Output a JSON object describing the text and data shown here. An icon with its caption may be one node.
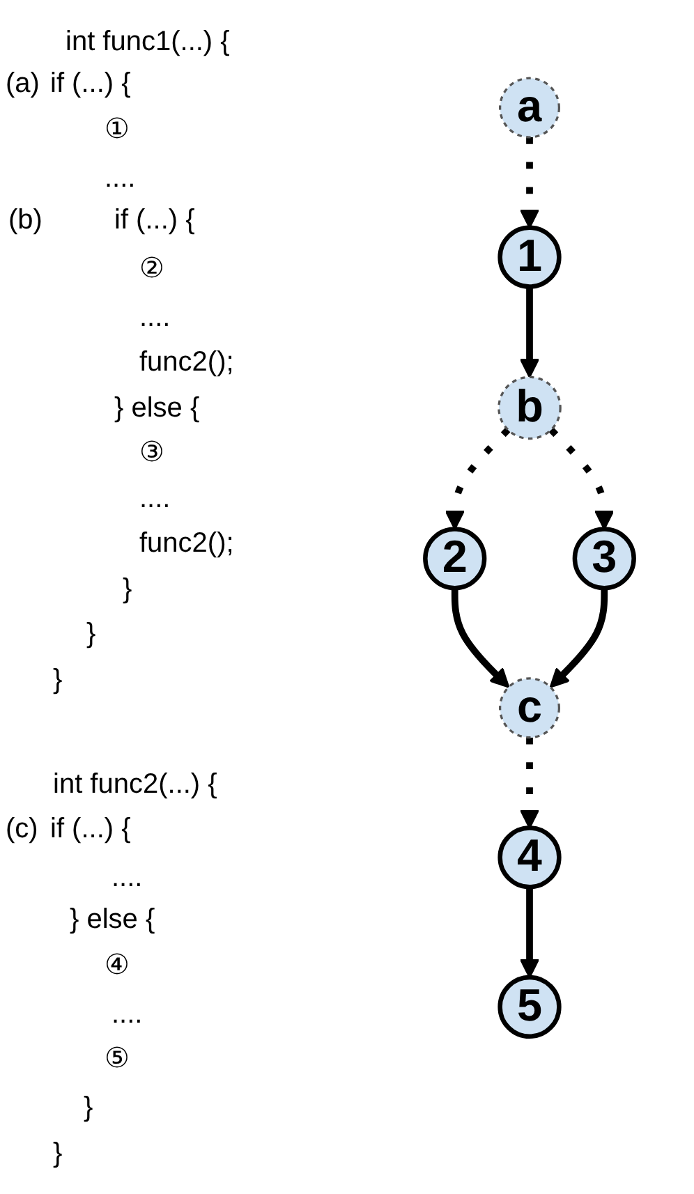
{
  "diagram": {
    "nodes": [
      {
        "text": [
          "a"
        ]
      },
      {
        "text": [
          "1"
        ]
      },
      {
        "text": [
          "b"
        ]
      },
      {
        "text": [
          "2"
        ]
      },
      {
        "text": [
          "3"
        ]
      },
      {
        "text": [
          "c"
        ]
      },
      {
        "text": [
          "4"
        ]
      },
      {
        "text": [
          "5"
        ]
      }
    ],
    "edges": [
      {
        "from": 0,
        "to": 1,
        "arrow": "to",
        "style": "dashed"
      },
      {
        "from": 1,
        "to": 2,
        "arrow": "to"
      },
      {
        "from": 2,
        "to": 3,
        "arrow": "to",
        "style": "dashed"
      },
      {
        "from": 2,
        "to": 4,
        "arrow": "to",
        "style": "dashed"
      },
      {
        "from": 3,
        "to": 5,
        "arrow": "to"
      },
      {
        "from": 4,
        "to": 5,
        "arrow": "to"
      },
      {
        "from": 5,
        "to": 6,
        "arrow": "to",
        "style": "dashed"
      },
      {
        "from": 6,
        "to": 7,
        "arrow": "to"
      }
    ],
    "labels": [
      "int func1(...) {",
      "(a)",
      "if (...) {",
      "①",
      "....",
      "(b)",
      "if (...) {",
      "②",
      "....",
      "func2();",
      "} else {",
      "③",
      "....",
      "func2();",
      "}",
      "}",
      "}",
      "int func2(...) {",
      "(c)",
      "if (...) {",
      "....",
      "} else {",
      "④",
      "....",
      "⑤",
      "}",
      "}"
    ]
  }
}
